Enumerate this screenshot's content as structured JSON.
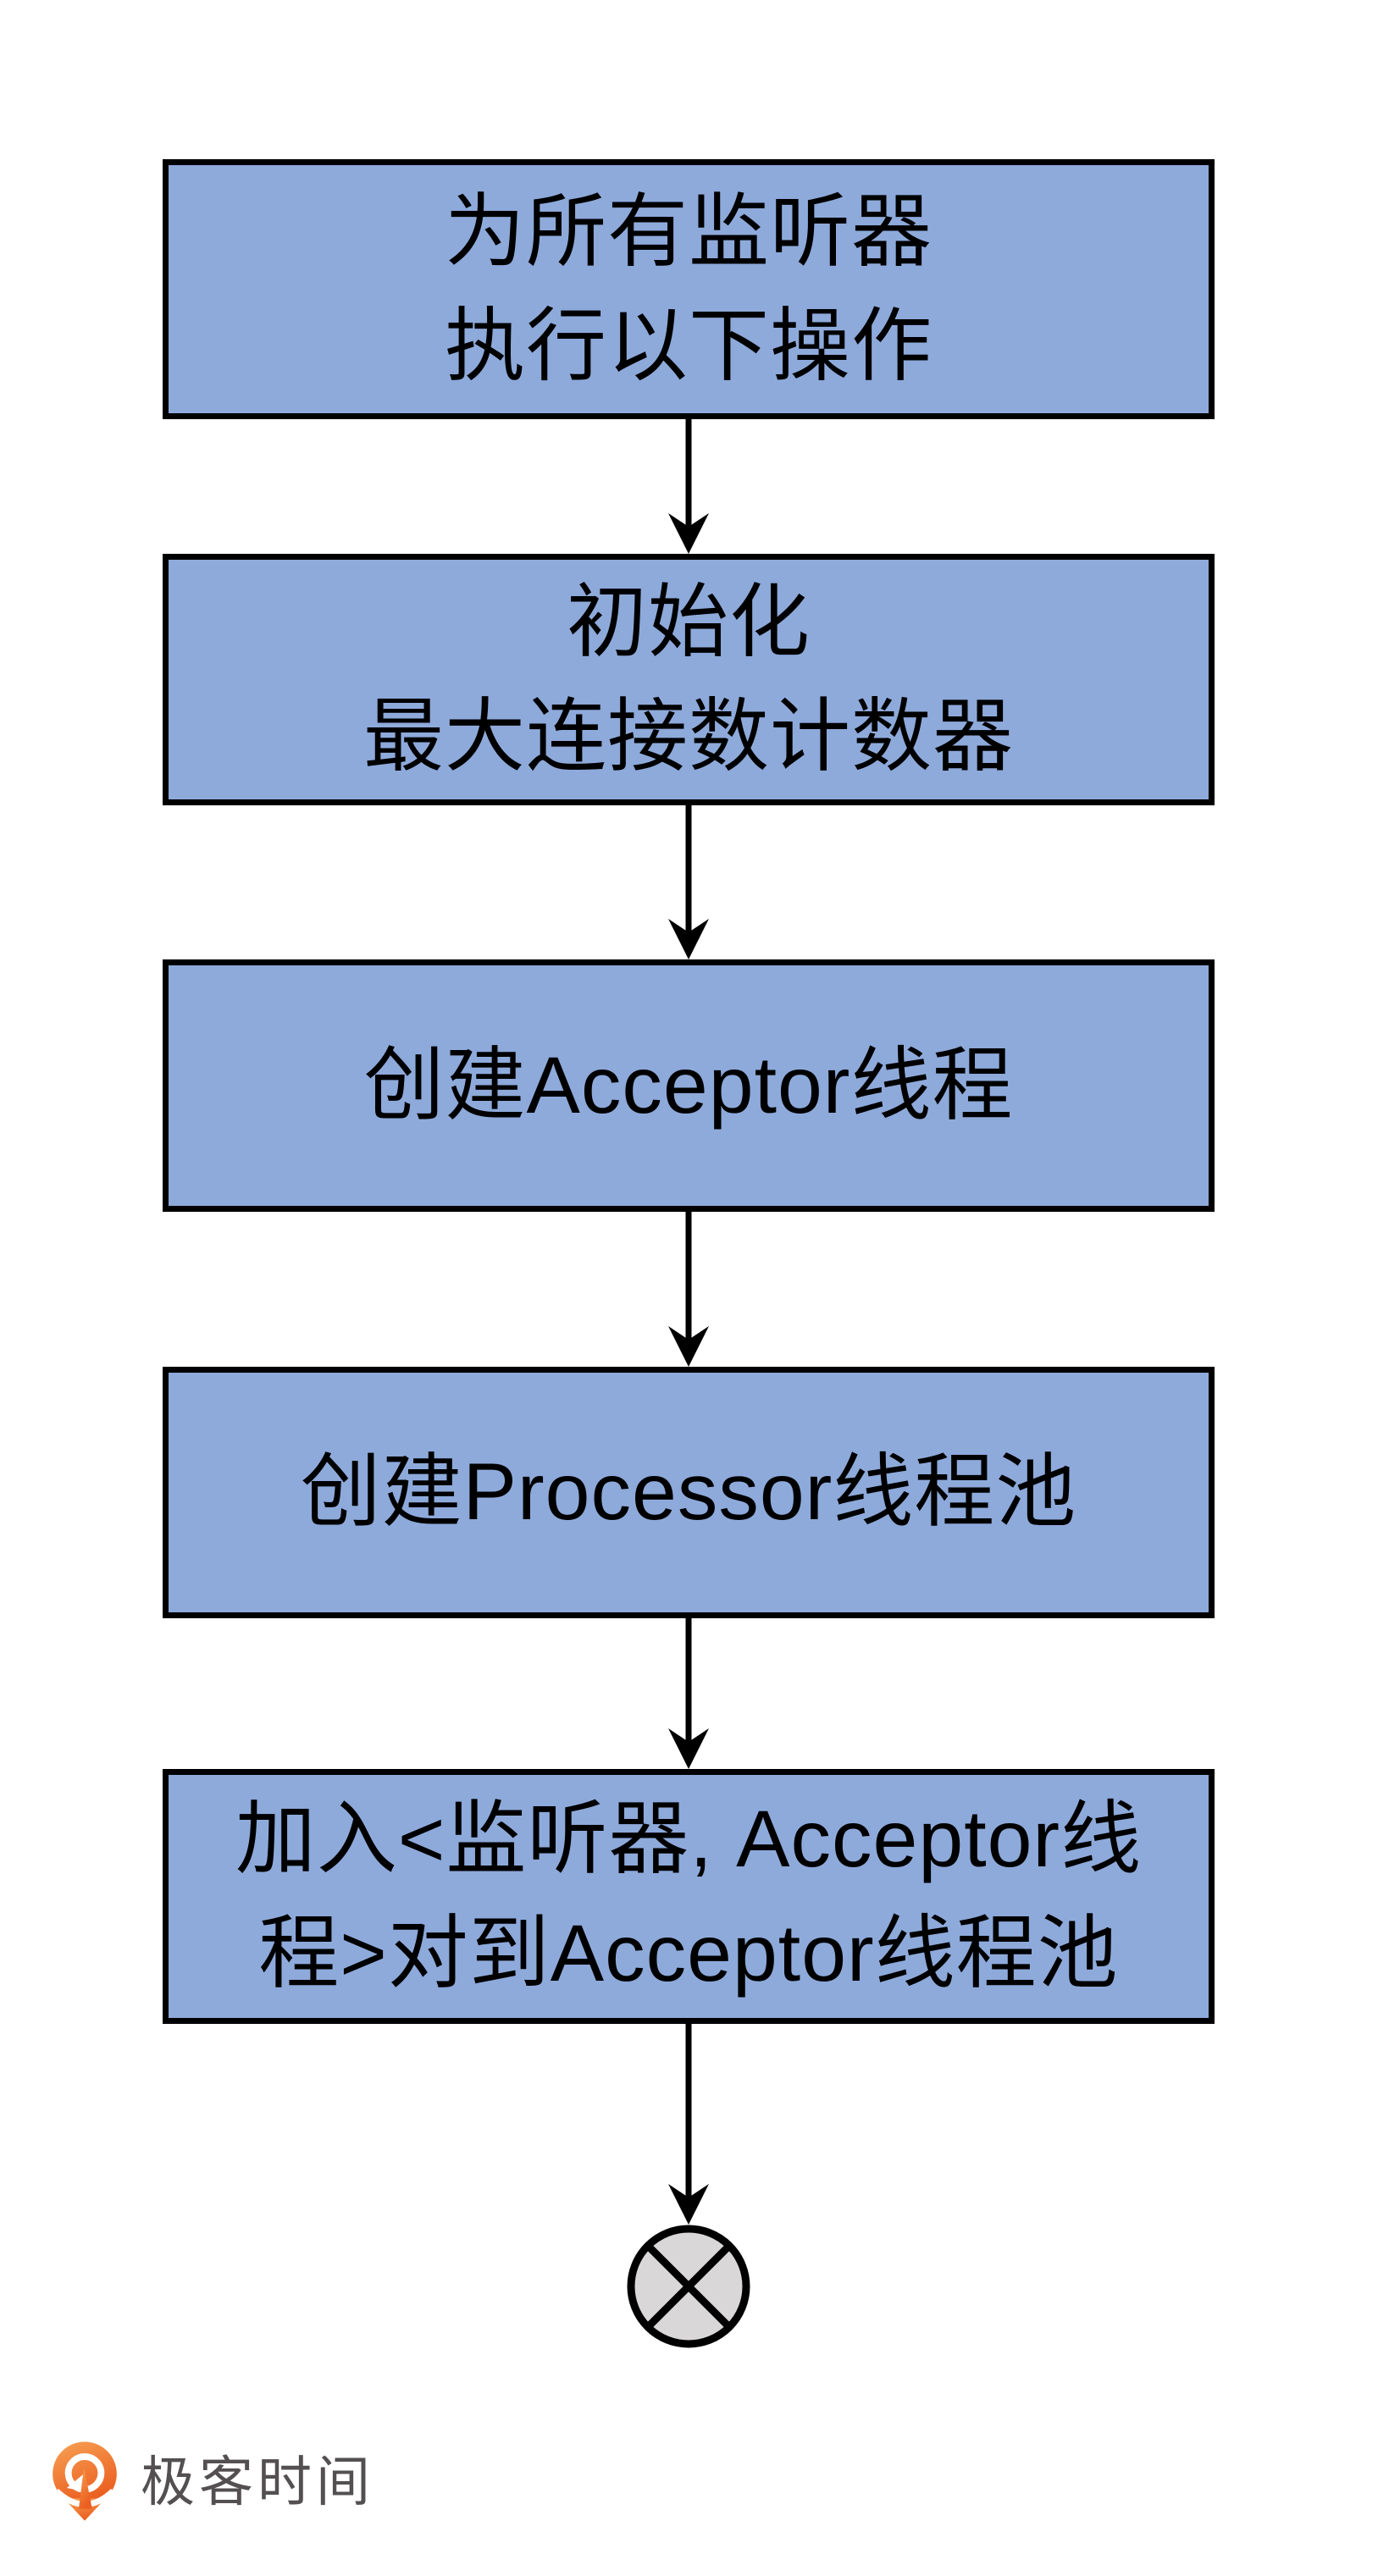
{
  "flowchart": {
    "steps": [
      {
        "lines": [
          "为所有监听器",
          "执行以下操作"
        ]
      },
      {
        "lines": [
          "初始化",
          "最大连接数计数器"
        ]
      },
      {
        "lines": [
          "创建Acceptor线程"
        ]
      },
      {
        "lines": [
          "创建Processor线程池"
        ]
      },
      {
        "lines": [
          "加入<监听器, Acceptor线",
          "程>对到Acceptor线程池"
        ]
      }
    ],
    "end_symbol": "terminator-circle-x",
    "colors": {
      "box_fill": "#8EAADB",
      "box_border": "#000000",
      "arrow": "#000000",
      "end_fill": "#D9D7D7",
      "end_stroke": "#000000"
    }
  },
  "footer": {
    "logo_text": "极客时间",
    "logo_text_color": "#545052",
    "logo_orange_top": "#F7A254",
    "logo_orange_bottom": "#EB5E20"
  }
}
